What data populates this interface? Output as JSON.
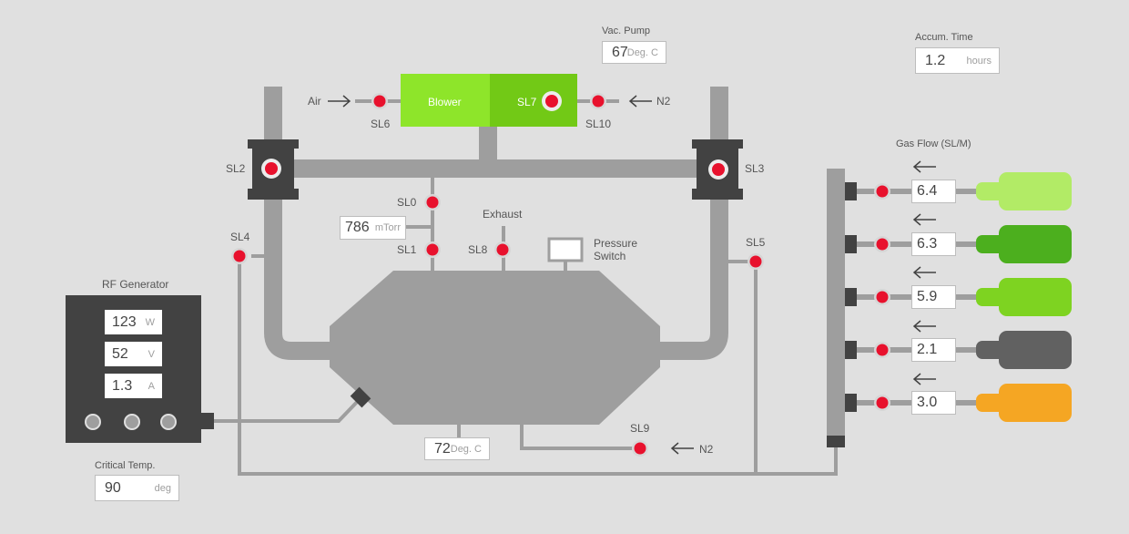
{
  "vac_pump": {
    "label": "Vac. Pump",
    "value": "67",
    "unit": "Deg. C"
  },
  "accum_time": {
    "label": "Accum. Time",
    "value": "1.2",
    "unit": "hours"
  },
  "gas_flow": {
    "label": "Gas Flow (SL/M)",
    "values": [
      "6.4",
      "6.3",
      "5.9",
      "2.1",
      "3.0"
    ],
    "tank_colors": [
      "#b2eb66",
      "#4caf1e",
      "#7ed321",
      "#616161",
      "#f5a623"
    ]
  },
  "blower": {
    "label": "Blower",
    "color_left": "#8ee52a",
    "color_right": "#72c916"
  },
  "air_label": "Air",
  "n2_top_label": "N2",
  "n2_bottom_label": "N2",
  "exhaust_label": "Exhaust",
  "pressure_switch_label": "Pressure\nSwitch",
  "pressure": {
    "value": "786",
    "unit": "mTorr"
  },
  "chamber_temp": {
    "value": "72",
    "unit": "Deg. C"
  },
  "rf_generator": {
    "label": "RF Generator",
    "power": {
      "value": "123",
      "unit": "W"
    },
    "voltage": {
      "value": "52",
      "unit": "V"
    },
    "current": {
      "value": "1.3",
      "unit": "A"
    }
  },
  "critical_temp": {
    "label": "Critical Temp.",
    "value": "90",
    "unit": "deg"
  },
  "valves": {
    "sl0": "SL0",
    "sl1": "SL1",
    "sl2": "SL2",
    "sl3": "SL3",
    "sl4": "SL4",
    "sl5": "SL5",
    "sl6": "SL6",
    "sl7": "SL7",
    "sl8": "SL8",
    "sl9": "SL9",
    "sl10": "SL10"
  },
  "colors": {
    "valve": "#e8112d",
    "pipe": "#9e9e9e",
    "dark": "#424242",
    "background": "#e0e0e0"
  }
}
